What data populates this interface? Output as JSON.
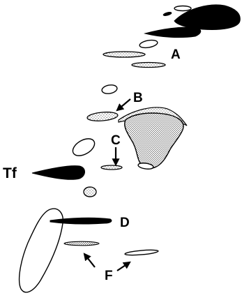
{
  "labels": {
    "A": "A",
    "B": "B",
    "C": "C",
    "Tf": "Tf",
    "D": "D",
    "F": "F"
  }
}
